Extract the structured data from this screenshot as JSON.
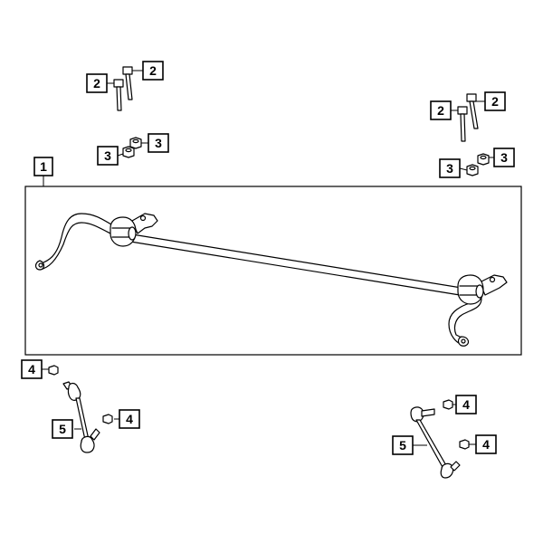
{
  "colors": {
    "ink": "#000000",
    "paper": "#ffffff"
  },
  "callouts": {
    "c1": "1",
    "c2a": "2",
    "c2b": "2",
    "c2c": "2",
    "c2d": "2",
    "c3a": "3",
    "c3b": "3",
    "c3c": "3",
    "c3d": "3",
    "c4a": "4",
    "c4b": "4",
    "c4c": "4",
    "c4d": "4",
    "c5a": "5",
    "c5b": "5"
  }
}
